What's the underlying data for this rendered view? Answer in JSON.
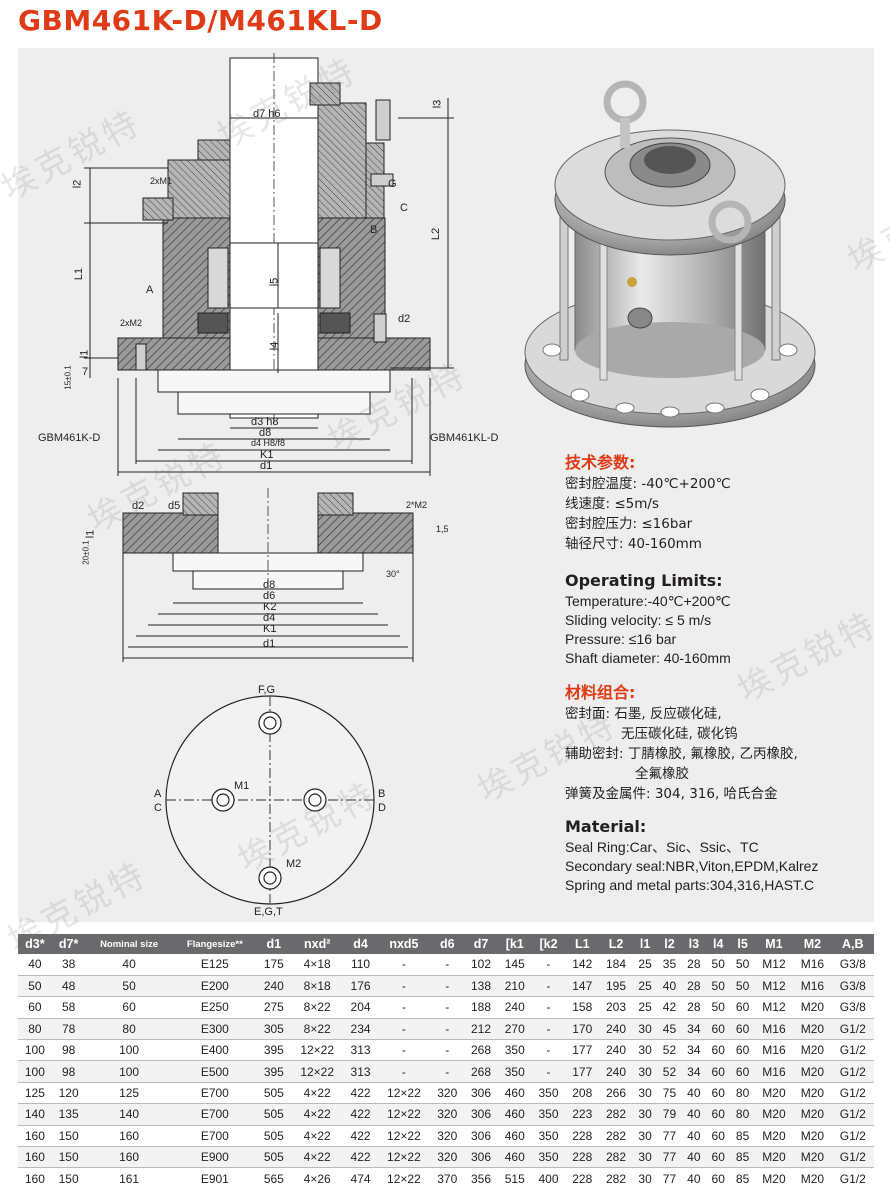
{
  "title": "GBM461K-D/M461KL-D",
  "watermark": "埃克锐特",
  "drawing": {
    "top_labels": {
      "d7h6": "d7 h6",
      "l3": "l3",
      "l2_left": "l2",
      "l2_right": "L2",
      "l1": "L1",
      "l5": "l5",
      "l4": "l4",
      "twoxm1": "2xM1",
      "twoxm2": "2xM2",
      "g": "G",
      "c": "C",
      "b": "B",
      "a": "A",
      "d2": "d2",
      "l1s": "l1",
      "seven": "7",
      "tol": "15±0.1",
      "d3h8": "d3 h8",
      "d8": "d8",
      "d4h8": "d4 H8/f8",
      "k1": "K1",
      "d1": "d1",
      "left_model": "GBM461K-D",
      "right_model": "GBM461KL-D"
    },
    "mid_labels": {
      "d2": "d2",
      "d5": "d5",
      "twom2": "2*M2",
      "l1": "l1",
      "tol": "20±0.1",
      "v15": "1,5",
      "v30": "30°",
      "d8": "d8",
      "d6": "d6",
      "k2": "K2",
      "d4": "d4",
      "k1": "K1",
      "d1": "d1"
    },
    "bottom_labels": {
      "fg": "F,G",
      "m1": "M1",
      "a": "A",
      "c": "C",
      "b": "B",
      "d": "D",
      "m2": "M2",
      "egt": "E,G,T"
    }
  },
  "specs_cn": {
    "heading": "技术参数:",
    "lines": [
      "密封腔温度: -40℃+200℃",
      "线速度: ≤5m/s",
      "密封腔压力: ≤16bar",
      "轴径尺寸: 40-160mm"
    ]
  },
  "specs_en": {
    "heading": "Operating Limits:",
    "lines": [
      "Temperature:-40℃+200℃",
      "Sliding velocity: ≤ 5 m/s",
      "Pressure: ≤16 bar",
      "Shaft diameter: 40-160mm"
    ]
  },
  "material_cn": {
    "heading": "材料组合:",
    "line1": "密封面: 石墨, 反应碳化硅,",
    "line1b": "无压碳化硅, 碳化钨",
    "line2": "辅助密封: 丁腈橡胶, 氟橡胶, 乙丙橡胶,",
    "line2b": "全氟橡胶",
    "line3": "弹簧及金属件: 304, 316, 哈氏合金"
  },
  "material_en": {
    "heading": "Material:",
    "lines": [
      "Seal Ring:Car、Sic、Ssic、TC",
      "Secondary seal:NBR,Viton,EPDM,Kalrez",
      "Spring and metal parts:304,316,HAST.C"
    ]
  },
  "table": {
    "headers": [
      "d3*",
      "d7*",
      "Nominal size",
      "Flangesize**",
      "d1",
      "nxd²",
      "d4",
      "nxd5",
      "d6",
      "d7",
      "[k1",
      "[k2",
      "L1",
      "L2",
      "l1",
      "l2",
      "l3",
      "l4",
      "l5",
      "M1",
      "M2",
      "A,B"
    ],
    "rows": [
      [
        "40",
        "38",
        "40",
        "E125",
        "175",
        "4×18",
        "110",
        "-",
        "-",
        "102",
        "145",
        "-",
        "142",
        "184",
        "25",
        "35",
        "28",
        "50",
        "50",
        "M12",
        "M16",
        "G3/8"
      ],
      [
        "50",
        "48",
        "50",
        "E200",
        "240",
        "8×18",
        "176",
        "-",
        "-",
        "138",
        "210",
        "-",
        "147",
        "195",
        "25",
        "40",
        "28",
        "50",
        "50",
        "M12",
        "M16",
        "G3/8"
      ],
      [
        "60",
        "58",
        "60",
        "E250",
        "275",
        "8×22",
        "204",
        "-",
        "-",
        "188",
        "240",
        "-",
        "158",
        "203",
        "25",
        "42",
        "28",
        "50",
        "60",
        "M12",
        "M20",
        "G3/8"
      ],
      [
        "80",
        "78",
        "80",
        "E300",
        "305",
        "8×22",
        "234",
        "-",
        "-",
        "212",
        "270",
        "-",
        "170",
        "240",
        "30",
        "45",
        "34",
        "60",
        "60",
        "M16",
        "M20",
        "G1/2"
      ],
      [
        "100",
        "98",
        "100",
        "E400",
        "395",
        "12×22",
        "313",
        "-",
        "-",
        "268",
        "350",
        "-",
        "177",
        "240",
        "30",
        "52",
        "34",
        "60",
        "60",
        "M16",
        "M20",
        "G1/2"
      ],
      [
        "100",
        "98",
        "100",
        "E500",
        "395",
        "12×22",
        "313",
        "-",
        "-",
        "268",
        "350",
        "-",
        "177",
        "240",
        "30",
        "52",
        "34",
        "60",
        "60",
        "M16",
        "M20",
        "G1/2"
      ],
      [
        "125",
        "120",
        "125",
        "E700",
        "505",
        "4×22",
        "422",
        "12×22",
        "320",
        "306",
        "460",
        "350",
        "208",
        "266",
        "30",
        "75",
        "40",
        "60",
        "80",
        "M20",
        "M20",
        "G1/2"
      ],
      [
        "140",
        "135",
        "140",
        "E700",
        "505",
        "4×22",
        "422",
        "12×22",
        "320",
        "306",
        "460",
        "350",
        "223",
        "282",
        "30",
        "79",
        "40",
        "60",
        "80",
        "M20",
        "M20",
        "G1/2"
      ],
      [
        "160",
        "150",
        "160",
        "E700",
        "505",
        "4×22",
        "422",
        "12×22",
        "320",
        "306",
        "460",
        "350",
        "228",
        "282",
        "30",
        "77",
        "40",
        "60",
        "85",
        "M20",
        "M20",
        "G1/2"
      ],
      [
        "160",
        "150",
        "160",
        "E900",
        "505",
        "4×22",
        "422",
        "12×22",
        "320",
        "306",
        "460",
        "350",
        "228",
        "282",
        "30",
        "77",
        "40",
        "60",
        "85",
        "M20",
        "M20",
        "G1/2"
      ],
      [
        "160",
        "150",
        "161",
        "E901",
        "565",
        "4×26",
        "474",
        "12×22",
        "370",
        "356",
        "515",
        "400",
        "228",
        "282",
        "30",
        "77",
        "40",
        "60",
        "85",
        "M20",
        "M20",
        "G1/2"
      ]
    ]
  }
}
